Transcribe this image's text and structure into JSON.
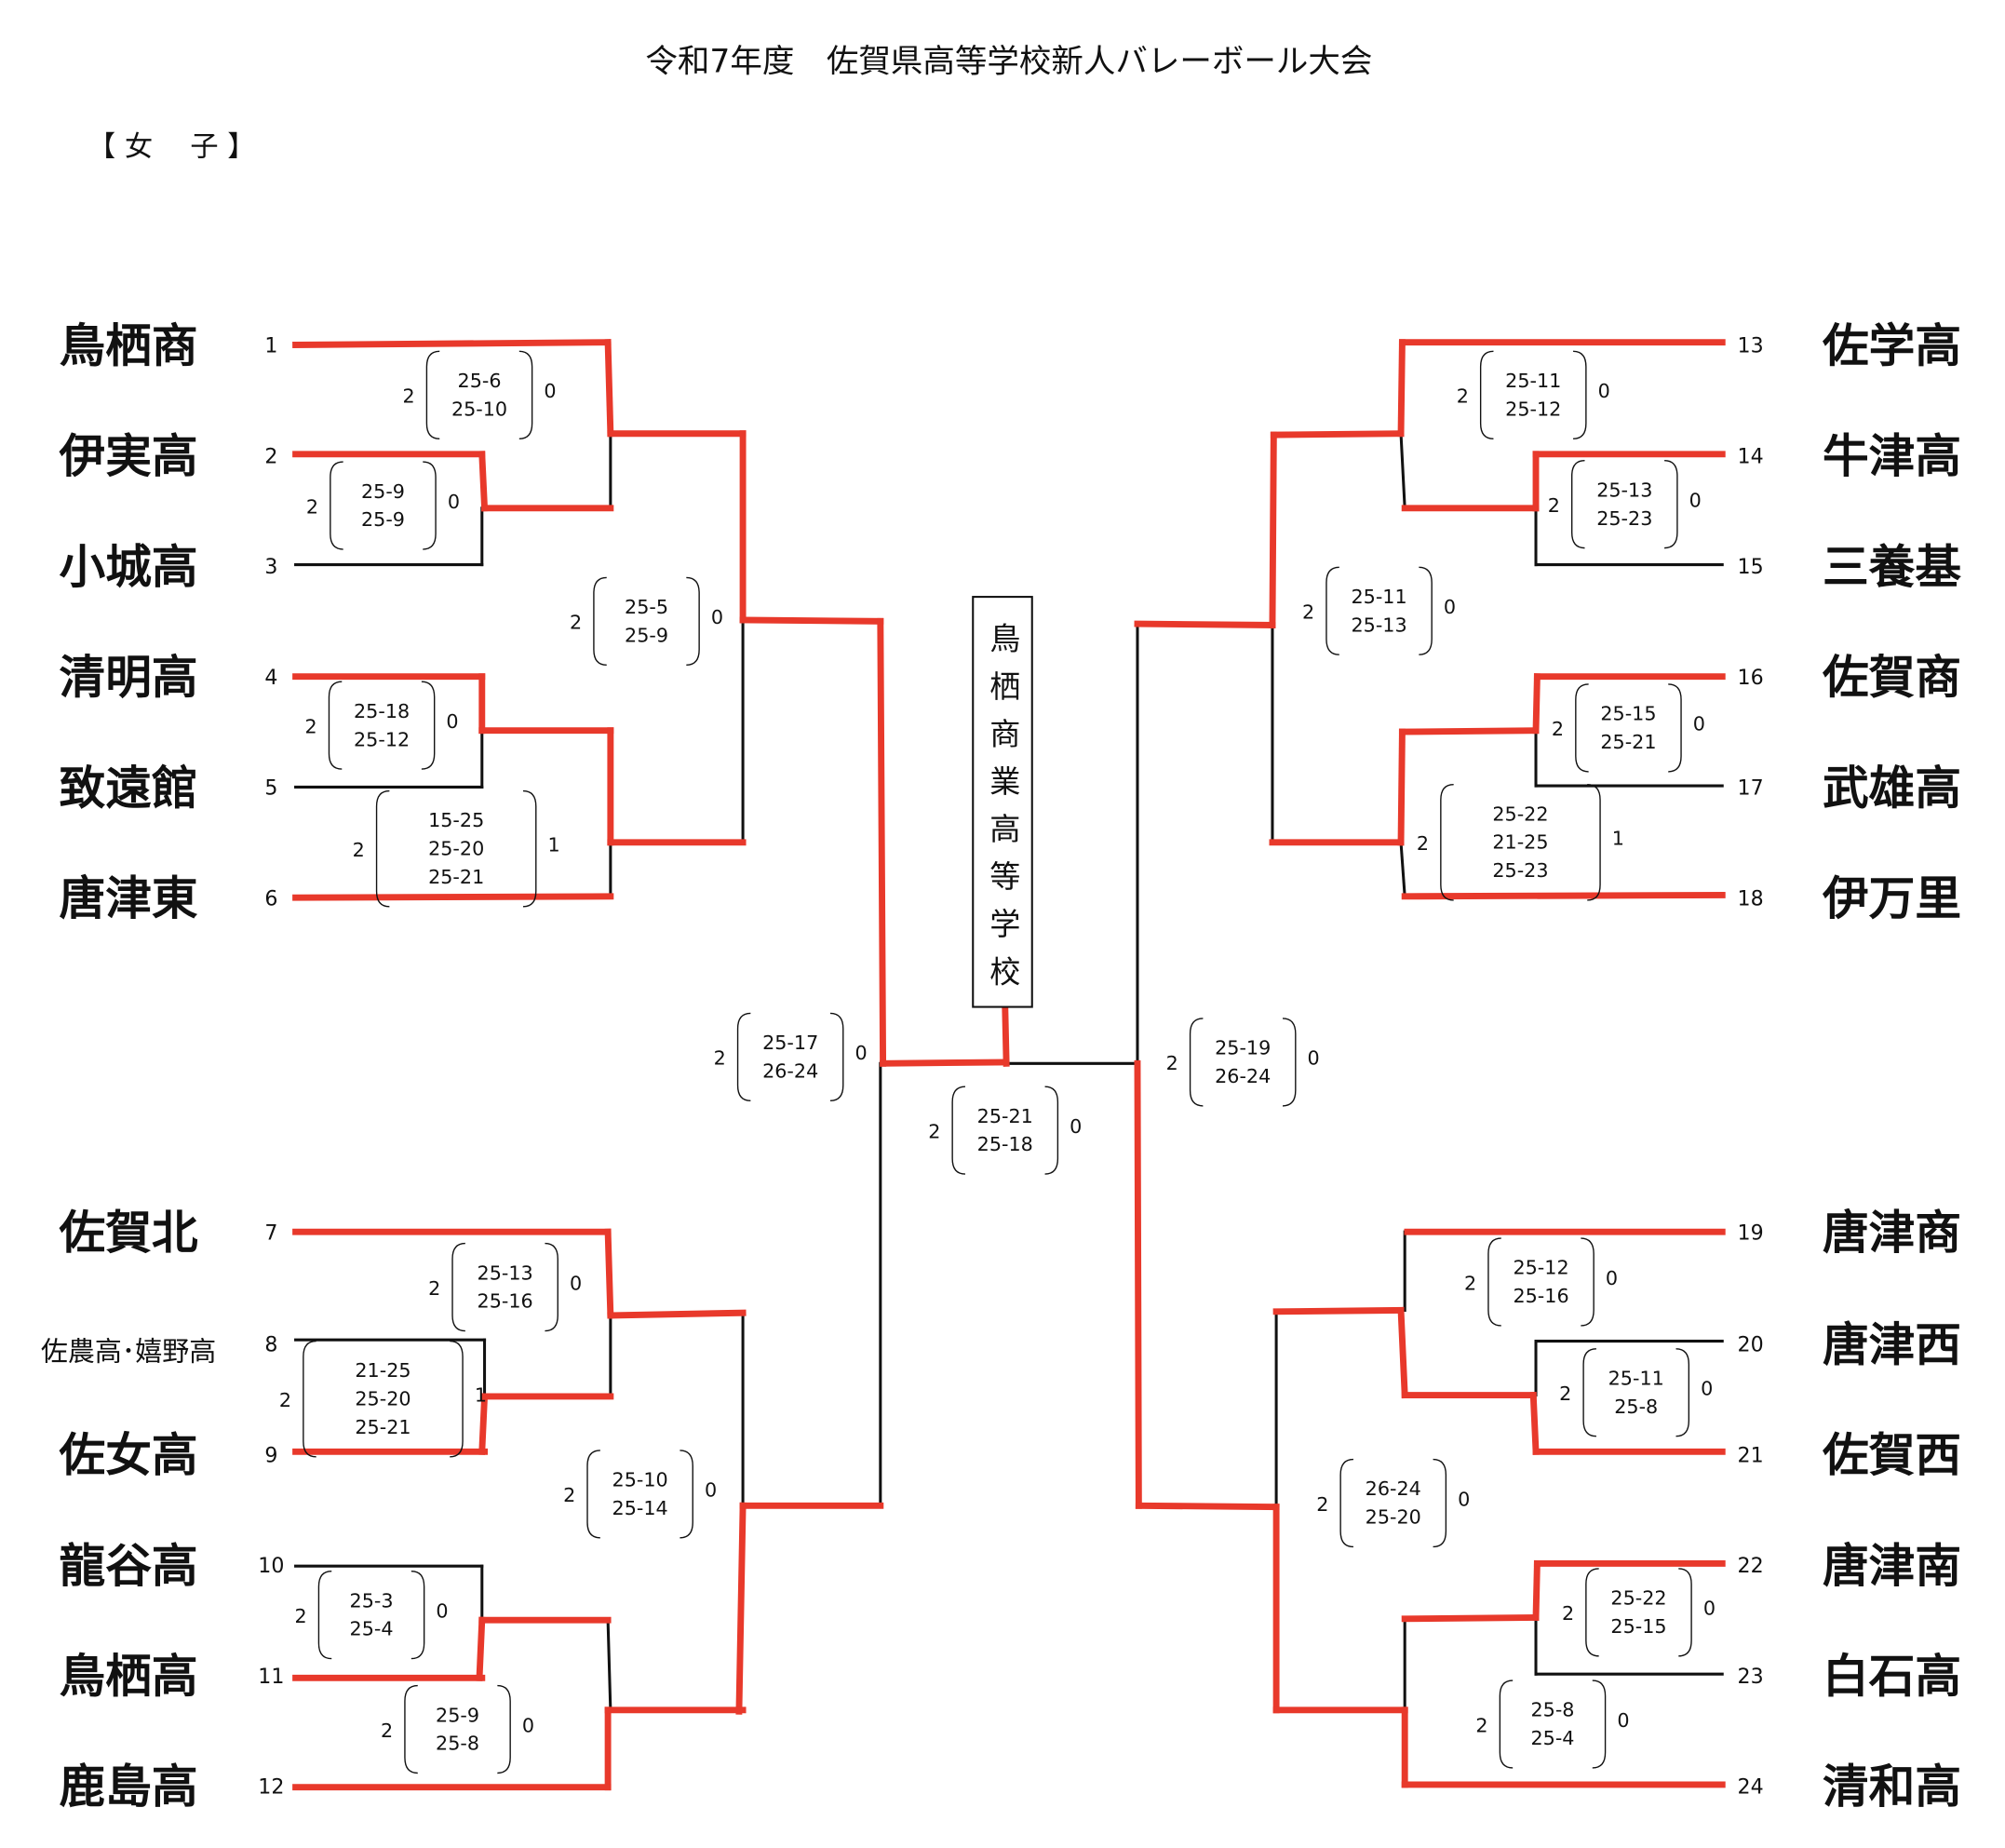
{
  "title": "令和7年度　佐賀県高等学校新人バレーボール大会",
  "division": "【 女　 子 】",
  "champion": "鳥栖商業高等学校",
  "colors": {
    "winner_line": "#e8392b",
    "line": "#111111"
  },
  "teams": [
    {
      "seed": "1",
      "name": "鳥栖商"
    },
    {
      "seed": "2",
      "name": "伊実高"
    },
    {
      "seed": "3",
      "name": "小城高"
    },
    {
      "seed": "4",
      "name": "清明高"
    },
    {
      "seed": "5",
      "name": "致遠館"
    },
    {
      "seed": "6",
      "name": "唐津東"
    },
    {
      "seed": "7",
      "name": "佐賀北"
    },
    {
      "seed": "8",
      "name": "佐農高･嬉野高"
    },
    {
      "seed": "9",
      "name": "佐女高"
    },
    {
      "seed": "10",
      "name": "龍谷高"
    },
    {
      "seed": "11",
      "name": "鳥栖高"
    },
    {
      "seed": "12",
      "name": "鹿島高"
    },
    {
      "seed": "13",
      "name": "佐学高"
    },
    {
      "seed": "14",
      "name": "牛津高"
    },
    {
      "seed": "15",
      "name": "三養基"
    },
    {
      "seed": "16",
      "name": "佐賀商"
    },
    {
      "seed": "17",
      "name": "武雄高"
    },
    {
      "seed": "18",
      "name": "伊万里"
    },
    {
      "seed": "19",
      "name": "唐津商"
    },
    {
      "seed": "20",
      "name": "唐津西"
    },
    {
      "seed": "21",
      "name": "佐賀西"
    },
    {
      "seed": "22",
      "name": "唐津南"
    },
    {
      "seed": "23",
      "name": "白石高"
    },
    {
      "seed": "24",
      "name": "清和高"
    }
  ],
  "matches": [
    {
      "id": "m1-v-2-3",
      "sets": [
        "25-9",
        "25-9"
      ],
      "win": "2",
      "lose": "0"
    },
    {
      "id": "m1-v-1-2",
      "sets": [
        "25-6",
        "25-10"
      ],
      "win": "2",
      "lose": "0"
    },
    {
      "id": "m4-v-4-5",
      "sets": [
        "25-18",
        "25-12"
      ],
      "win": "2",
      "lose": "0"
    },
    {
      "id": "m4-v-4-6",
      "sets": [
        "15-25",
        "25-20",
        "25-21"
      ],
      "win": "2",
      "lose": "1"
    },
    {
      "id": "mL-top-semi",
      "sets": [
        "25-5",
        "25-9"
      ],
      "win": "2",
      "lose": "0"
    },
    {
      "id": "mL-final",
      "sets": [
        "25-17",
        "26-24"
      ],
      "win": "2",
      "lose": "0"
    },
    {
      "id": "m-final",
      "sets": [
        "25-21",
        "25-18"
      ],
      "win": "2",
      "lose": "0"
    },
    {
      "id": "m7-v-8-9",
      "sets": [
        "21-25",
        "25-20",
        "25-21"
      ],
      "win": "2",
      "lose": "1"
    },
    {
      "id": "m7-v-7-9",
      "sets": [
        "25-13",
        "25-16"
      ],
      "win": "2",
      "lose": "0"
    },
    {
      "id": "m10-v-10-11",
      "sets": [
        "25-3",
        "25-4"
      ],
      "win": "2",
      "lose": "0"
    },
    {
      "id": "m10-v-11-12",
      "sets": [
        "25-9",
        "25-8"
      ],
      "win": "2",
      "lose": "0"
    },
    {
      "id": "mL-bot-semi",
      "sets": [
        "25-10",
        "25-14"
      ],
      "win": "2",
      "lose": "0"
    },
    {
      "id": "m13-v-14-15",
      "sets": [
        "25-13",
        "25-23"
      ],
      "win": "2",
      "lose": "0"
    },
    {
      "id": "m13-v-13-14",
      "sets": [
        "25-11",
        "25-12"
      ],
      "win": "2",
      "lose": "0"
    },
    {
      "id": "m16-v-16-17",
      "sets": [
        "25-15",
        "25-21"
      ],
      "win": "2",
      "lose": "0"
    },
    {
      "id": "m16-v-16-18",
      "sets": [
        "25-22",
        "21-25",
        "25-23"
      ],
      "win": "2",
      "lose": "1"
    },
    {
      "id": "mR-top-semi",
      "sets": [
        "25-11",
        "25-13"
      ],
      "win": "2",
      "lose": "0"
    },
    {
      "id": "mR-final",
      "sets": [
        "25-19",
        "26-24"
      ],
      "win": "2",
      "lose": "0"
    },
    {
      "id": "m19-v-20-21",
      "sets": [
        "25-11",
        "25-8"
      ],
      "win": "2",
      "lose": "0"
    },
    {
      "id": "m19-v-19-21",
      "sets": [
        "25-12",
        "25-16"
      ],
      "win": "2",
      "lose": "0"
    },
    {
      "id": "m22-v-22-23",
      "sets": [
        "25-22",
        "25-15"
      ],
      "win": "2",
      "lose": "0"
    },
    {
      "id": "m22-v-22-24",
      "sets": [
        "25-8",
        "25-4"
      ],
      "win": "2",
      "lose": "0"
    },
    {
      "id": "mR-bot-semi",
      "sets": [
        "26-24",
        "25-20"
      ],
      "win": "2",
      "lose": "0"
    }
  ]
}
